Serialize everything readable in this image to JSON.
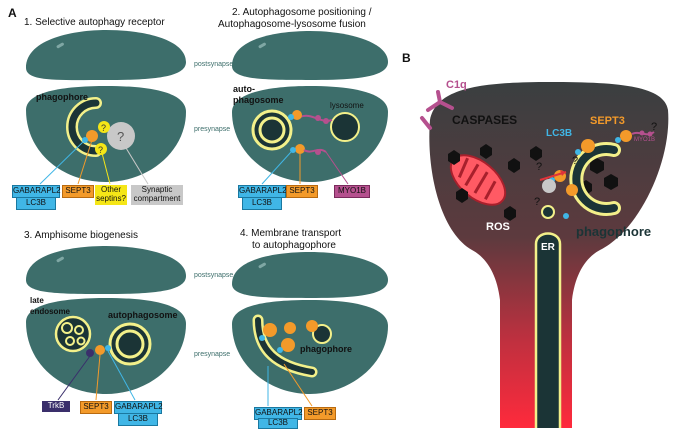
{
  "panel_a": {
    "letter": "A",
    "titles": {
      "p1": "1. Selective autophagy receptor",
      "p2_line1": "2. Autophagosome positioning /",
      "p2_line2": "Autophagosome-lysosome fusion",
      "p3": "3. Amphisome biogenesis",
      "p4_line1": "4. Membrane transport",
      "p4_line2": "to autophagophore"
    },
    "postsynapse": "postsynapse",
    "presynapse": "presynapse",
    "phagophore": "phagophore",
    "auto_line1": "auto-",
    "auto_line2": "phagosome",
    "lysosome": "lysosome",
    "late_line1": "late",
    "late_line2": "endosome",
    "autophagosome": "autophagosome",
    "question": "?",
    "labels": {
      "gabarapl2": "GABARAPL2",
      "lc3b": "LC3B",
      "sept3": "SEPT3",
      "other_l1": "Other",
      "other_l2": "septins?",
      "syn_l1": "Synaptic",
      "syn_l2": "compartment",
      "myo1b": "MYO1B",
      "trkb": "TrkB"
    }
  },
  "panel_b": {
    "letter": "B",
    "c1q": "C1q",
    "caspases": "CASPASES",
    "sept3": "SEPT3",
    "lc3b": "LC3B",
    "myo1b": "MYO1B",
    "ros": "ROS",
    "er": "ER",
    "phagophore": "phagophore",
    "question": "?"
  },
  "colors": {
    "membrane": "#3d6e6b",
    "phagophore_outline": "#f3f08a",
    "sept3": "#f39a2a",
    "lc3b": "#40b6e6",
    "myo1b": "#b5508e",
    "trkb": "#3a2f6b",
    "caspase": "#111111",
    "ros": "#e0333a"
  }
}
